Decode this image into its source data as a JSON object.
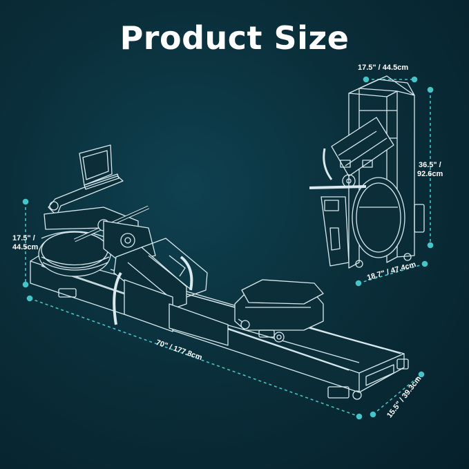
{
  "title": "Product Size",
  "colors": {
    "accent": "#47c4c7",
    "line": "#d9e9ee",
    "background": "#0b3441"
  },
  "dimensions": {
    "standing_width": "17.5\" / 44.5cm",
    "standing_height_line1": "36.5\" /",
    "standing_height_line2": "92.6cm",
    "standing_depth": "18.7\" / 47.4cm",
    "height_line1": "17.5\" /",
    "height_line2": "44.5cm",
    "length": "70\" / 177.8cm",
    "width": "15.5\" / 39.3cm"
  }
}
